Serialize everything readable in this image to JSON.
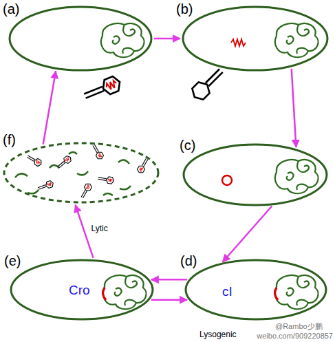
{
  "diagram": {
    "nodes": [
      {
        "text": [
          "(a)"
        ]
      },
      {
        "text": [
          "(b)"
        ]
      },
      {
        "text": [
          "(c)"
        ]
      },
      {
        "text": [
          "(d)",
          "cI"
        ]
      },
      {
        "text": [
          "(e)",
          "Cro"
        ]
      },
      {
        "text": [
          "(f)"
        ]
      }
    ],
    "edges": [
      {
        "from": 0,
        "to": 1,
        "arrow": "to"
      },
      {
        "from": 1,
        "to": 2,
        "arrow": "to"
      },
      {
        "from": 2,
        "to": 3,
        "arrow": "to"
      },
      {
        "from": 3,
        "to": 4,
        "arrow": "to"
      },
      {
        "from": 4,
        "to": 3,
        "arrow": "to"
      },
      {
        "from": 4,
        "to": 5,
        "label": "Lytic",
        "arrow": "to"
      },
      {
        "from": 5,
        "to": 0,
        "arrow": "to"
      }
    ],
    "labels": [
      "Lysogenic",
      "@Rambo少鹏",
      "weibo.com/909220857"
    ]
  }
}
